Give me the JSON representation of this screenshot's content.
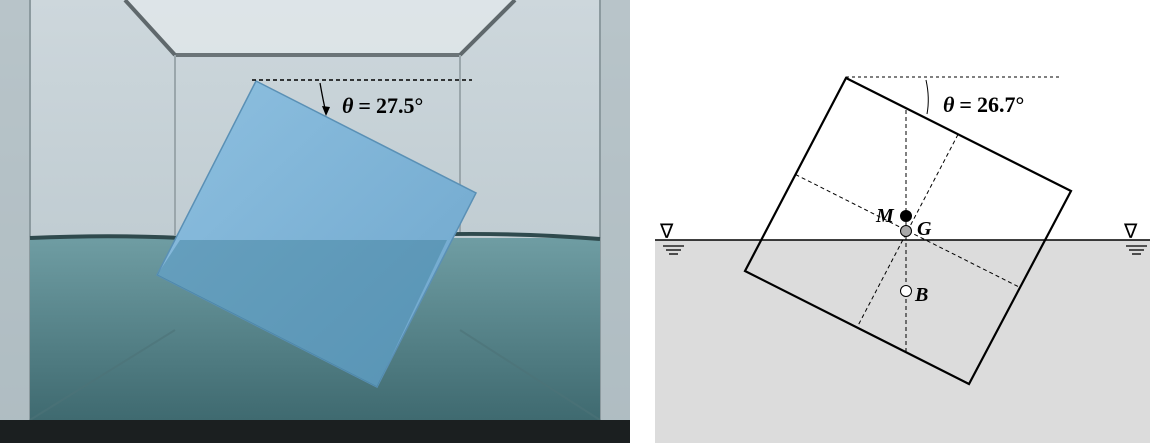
{
  "photo": {
    "angle_label": {
      "symbol": "θ",
      "eq": "=",
      "value": "27.5°"
    }
  },
  "diagram": {
    "angle_label": {
      "symbol": "θ",
      "eq": "=",
      "value": "26.7°"
    },
    "points": {
      "M": "M",
      "G": "G",
      "B": "B"
    },
    "water_surface_symbol": "∇"
  },
  "colors": {
    "water_fill": "#dcdcdc",
    "block_stroke": "#000000",
    "plate_blue": "#7fb4d6",
    "tank_water": "#5d8b90",
    "point_G": "#a8a8a8"
  }
}
